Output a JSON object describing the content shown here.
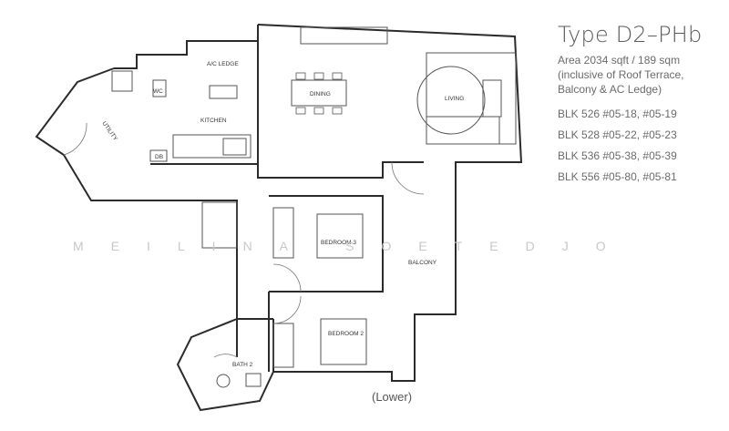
{
  "plan_info": {
    "title": "Type D2–PHb",
    "area_line1": "Area 2034 sqft / 189 sqm",
    "area_line2": "(inclusive of Roof Terrace,",
    "area_line3": "Balcony & AC Ledge)",
    "blocks": [
      "BLK 526  #05-18, #05-19",
      "BLK 528  #05-22, #05-23",
      "BLK 536  #05-38, #05-39",
      "BLK 556  #05-80, #05-81"
    ]
  },
  "rooms": {
    "ac_ledge": "A/C LEDGE",
    "wc": "WC",
    "utility": "UTILITY",
    "kitchen": "KITCHEN",
    "db": "DB",
    "dining": "DINING",
    "living": "LIVING",
    "bedroom3": "BEDROOM 3",
    "bedroom2": "BEDROOM 2",
    "balcony": "BALCONY",
    "bath2": "BATH 2"
  },
  "watermark": "MEILINA SOETEDJO",
  "level": "(Lower)",
  "colors": {
    "wall": "#2b2b2b",
    "text": "#6b6b6b",
    "watermark": "#c8c8c8"
  }
}
